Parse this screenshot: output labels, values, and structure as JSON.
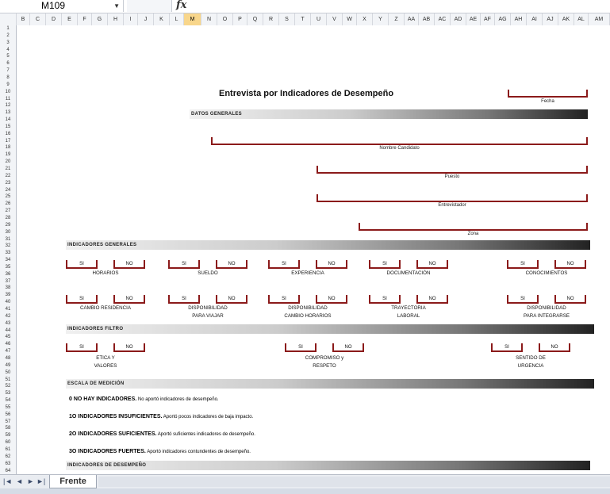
{
  "formula_bar": {
    "name_box": "M109",
    "fx": "fx",
    "formula": ""
  },
  "columns": [
    "B",
    "C",
    "D",
    "E",
    "F",
    "G",
    "H",
    "I",
    "J",
    "K",
    "L",
    "M",
    "N",
    "O",
    "P",
    "Q",
    "R",
    "S",
    "T",
    "U",
    "V",
    "W",
    "X",
    "Y",
    "Z",
    "AA",
    "AB",
    "AC",
    "AD",
    "AE",
    "AF",
    "AG",
    "AH",
    "AI",
    "AJ",
    "AK",
    "AL",
    "AM"
  ],
  "selected_column": "M",
  "rows": [
    "1",
    "2",
    "3",
    "4",
    "5",
    "6",
    "7",
    "8",
    "9",
    "10",
    "11",
    "12",
    "13",
    "14",
    "15",
    "16",
    "17",
    "18",
    "19",
    "20",
    "21",
    "22",
    "23",
    "24",
    "25",
    "26",
    "27",
    "28",
    "29",
    "30",
    "31",
    "32",
    "33",
    "34",
    "35",
    "36",
    "37",
    "38",
    "39",
    "40",
    "41",
    "42",
    "43",
    "44",
    "45",
    "46",
    "47",
    "48",
    "49",
    "50",
    "51",
    "52",
    "53",
    "54",
    "55",
    "56",
    "57",
    "58",
    "59",
    "60",
    "61",
    "62",
    "63",
    "64"
  ],
  "sheet": {
    "title": "Entrevista por Indicadores de Desempeño",
    "fecha_label": "Fecha",
    "datos_band": "DATOS GENERALES",
    "nombre_label": "Nombre Candidato",
    "puesto_label": "Puesto",
    "entrevistador_label": "Entrevistador",
    "zona_label": "Zona",
    "indicadores_band": "INDICADORES GENERALES",
    "si": "SI",
    "no": "NO",
    "general_items": [
      {
        "line1": "HORARIOS",
        "line2": ""
      },
      {
        "line1": "SUELDO",
        "line2": ""
      },
      {
        "line1": "EXPERIENCIA",
        "line2": ""
      },
      {
        "line1": "DOCUMENTACIÓN",
        "line2": ""
      },
      {
        "line1": "CONOCIMIENTOS",
        "line2": ""
      },
      {
        "line1": "CAMBIO RESIDENCIA",
        "line2": ""
      },
      {
        "line1": "DISPONIBILIDAD",
        "line2": "PARA VIAJAR"
      },
      {
        "line1": "DISPONIBILIDAD",
        "line2": "CAMBIO HORARIOS"
      },
      {
        "line1": "TRAYECTORIA",
        "line2": "LABORAL"
      },
      {
        "line1": "DISPONIBILIDAD",
        "line2": "PARA INTEGRARSE"
      }
    ],
    "filtro_band": "INDICADORES FILTRO",
    "filtro_items": [
      {
        "line1": "ETICA Y",
        "line2": "VALORES"
      },
      {
        "line1": "COMPROMISO y",
        "line2": "RESPETO"
      },
      {
        "line1": "SENTIDO DE",
        "line2": "URGENCIA"
      }
    ],
    "escala_band": "ESCALA DE MEDICIÓN",
    "scale": [
      {
        "bold": "0 NO HAY INDICADORES.",
        "text": " No aportó indicadores de desempeño."
      },
      {
        "bold": "1O INDICADORES INSUFICIENTES.",
        "text": " Aportó pocos indicadores de baja impacto."
      },
      {
        "bold": "2O INDICADORES SUFICIENTES.",
        "text": " Aportó suficientes indicadores de desempeño."
      },
      {
        "bold": "3O INDICADORES FUERTES.",
        "text": " Aportó indicadores contundentes de desempeño."
      }
    ],
    "desempeno_band": "INDICADORES DE DESEMPEÑO"
  },
  "tabs": {
    "sheet_tab": "Frente",
    "nav": [
      "|◄",
      "◄",
      "►",
      "►|"
    ]
  }
}
